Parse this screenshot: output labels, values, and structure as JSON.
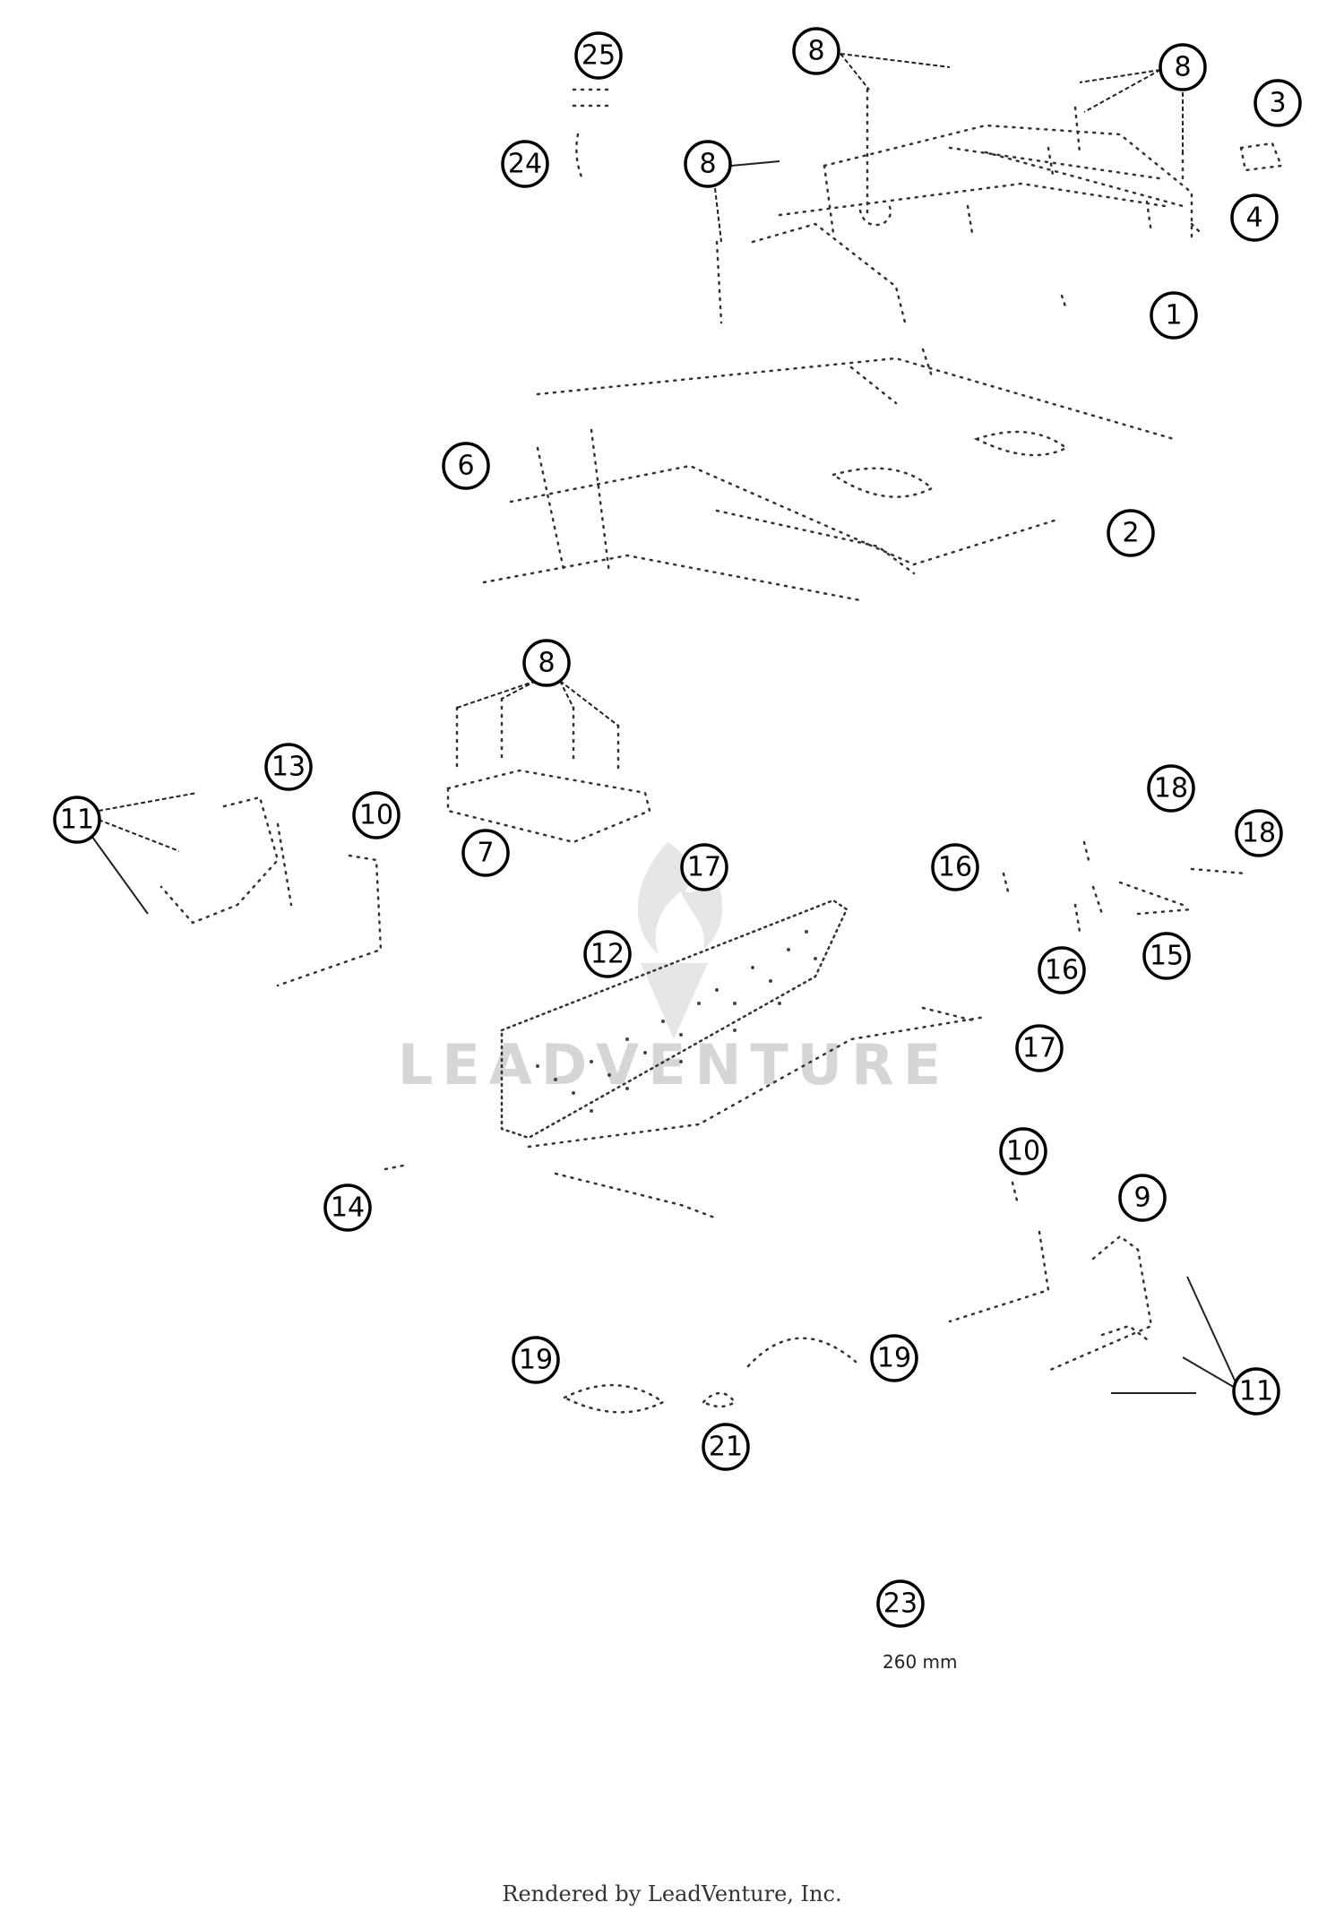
{
  "callouts": [
    "25",
    "24",
    "8",
    "8",
    "8",
    "3",
    "4",
    "1",
    "6",
    "2",
    "8",
    "13",
    "11",
    "10",
    "7",
    "17",
    "12",
    "16",
    "18",
    "18",
    "15",
    "16",
    "17",
    "14",
    "10",
    "9",
    "19",
    "19",
    "11",
    "21",
    "23"
  ],
  "dimension_label": "260 mm",
  "watermark": "LEADVENTURE",
  "footer": "Rendered by LeadVenture, Inc."
}
